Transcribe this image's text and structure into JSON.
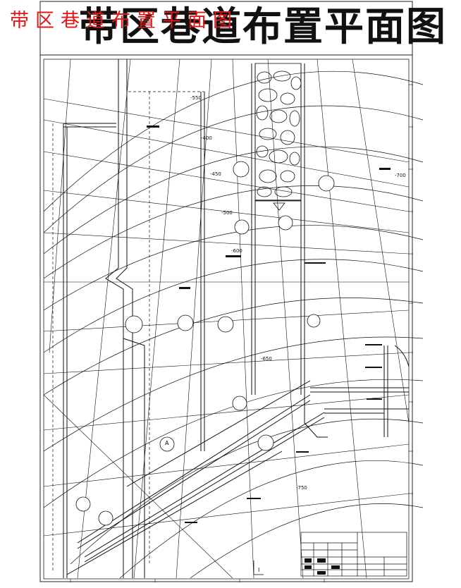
{
  "title": {
    "main": "带区巷道布置平面图",
    "overlay": "带区巷道布置平面图"
  },
  "labels": {
    "contour_550": "-550",
    "contour_400": "-400",
    "contour_450": "-450",
    "contour_500": "-500",
    "contour_600": "-600",
    "contour_650": "-650",
    "contour_700": "-700",
    "contour_750": "-750",
    "label_a": "A",
    "label_i": "I"
  }
}
